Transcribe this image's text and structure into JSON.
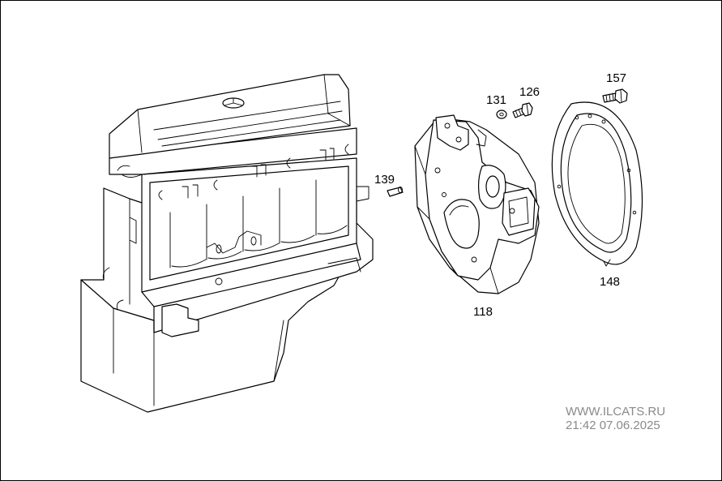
{
  "diagram": {
    "callouts": {
      "p131": "131",
      "p126": "126",
      "p157": "157",
      "p139": "139",
      "p118": "118",
      "p148": "148"
    }
  },
  "watermark": {
    "site": "WWW.ILCATS.RU",
    "timestamp": "21:42 07.06.2025"
  },
  "colors": {
    "line": "#000000",
    "background": "#ffffff",
    "watermark": "#8a8a8a"
  }
}
